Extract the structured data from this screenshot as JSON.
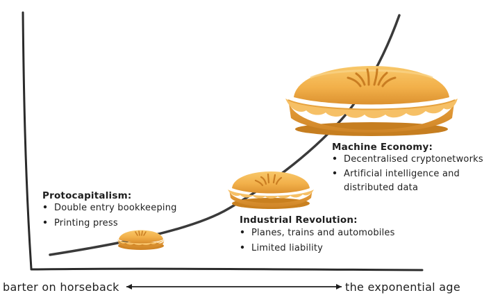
{
  "axis": {
    "left_label": "barter on horseback",
    "right_label": "the exponential age"
  },
  "eras": [
    {
      "title": "Protocapitalism:",
      "items": [
        "Double entry bookkeeping",
        "Printing press"
      ]
    },
    {
      "title": "Industrial Revolution:",
      "items": [
        "Planes, trains and automobiles",
        "Limited liability"
      ]
    },
    {
      "title": "Machine Economy:",
      "items": [
        "Decentralised cryptonetworks",
        "Artificial intelligence and",
        "distributed data"
      ]
    }
  ],
  "colors": {
    "ink": "#2a2a2a",
    "pie_crust": "#f2b24c",
    "pie_shadow": "#d98e2a",
    "pie_highlight": "#f9cf7d"
  },
  "icons": [
    "pie-small-icon",
    "pie-medium-icon",
    "pie-large-icon"
  ]
}
